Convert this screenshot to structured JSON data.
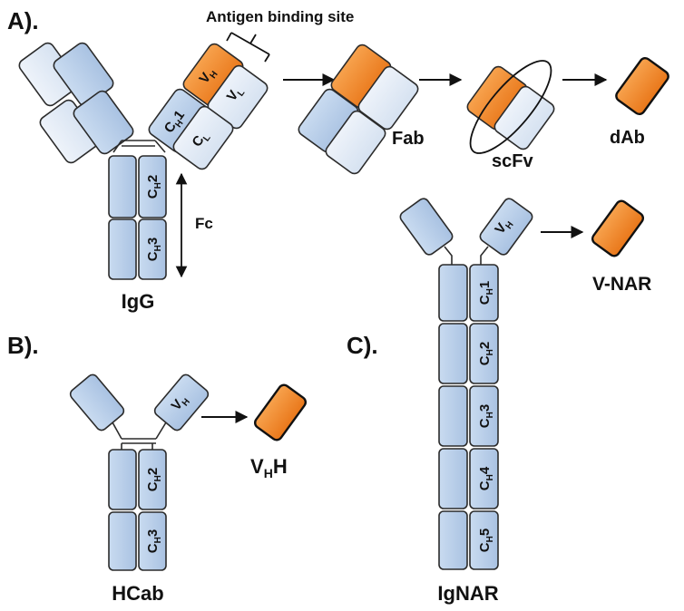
{
  "colors": {
    "heavy": "#b3cbe8",
    "light": "#dde8f5",
    "variable": "#f08522",
    "outline": "#2b2b2b",
    "text": "#111111"
  },
  "panels": {
    "a": "A).",
    "b": "B).",
    "c": "C)."
  },
  "igg": {
    "name": "IgG",
    "binding_site": "Antigen binding site",
    "fc": "Fc",
    "domains": {
      "vh": "V",
      "vh_sub": "H",
      "vl": "V",
      "vl_sub": "L",
      "ch1": "C",
      "ch1_sub": "H",
      "ch1_suf": "1",
      "cl": "C",
      "cl_sub": "L",
      "ch2": "C",
      "ch2_sub": "H",
      "ch2_suf": "2",
      "ch3": "C",
      "ch3_sub": "H",
      "ch3_suf": "3"
    }
  },
  "fragments": {
    "fab": "Fab",
    "scfv": "scFv",
    "dab": "dAb"
  },
  "hcab": {
    "name": "HCab",
    "product": "V",
    "product_sub": "H",
    "product_suf": "H",
    "domains": {
      "vh": "V",
      "vh_sub": "H",
      "ch2": "C",
      "ch2_sub": "H",
      "ch2_suf": "2",
      "ch3": "C",
      "ch3_sub": "H",
      "ch3_suf": "3"
    }
  },
  "ignar": {
    "name": "IgNAR",
    "product": "V-NAR",
    "domains": {
      "vh": "V",
      "vh_sub": "H",
      "c": "C",
      "c_sub": "H",
      "c1": "1",
      "c2": "2",
      "c3": "3",
      "c4": "4",
      "c5": "5"
    }
  }
}
